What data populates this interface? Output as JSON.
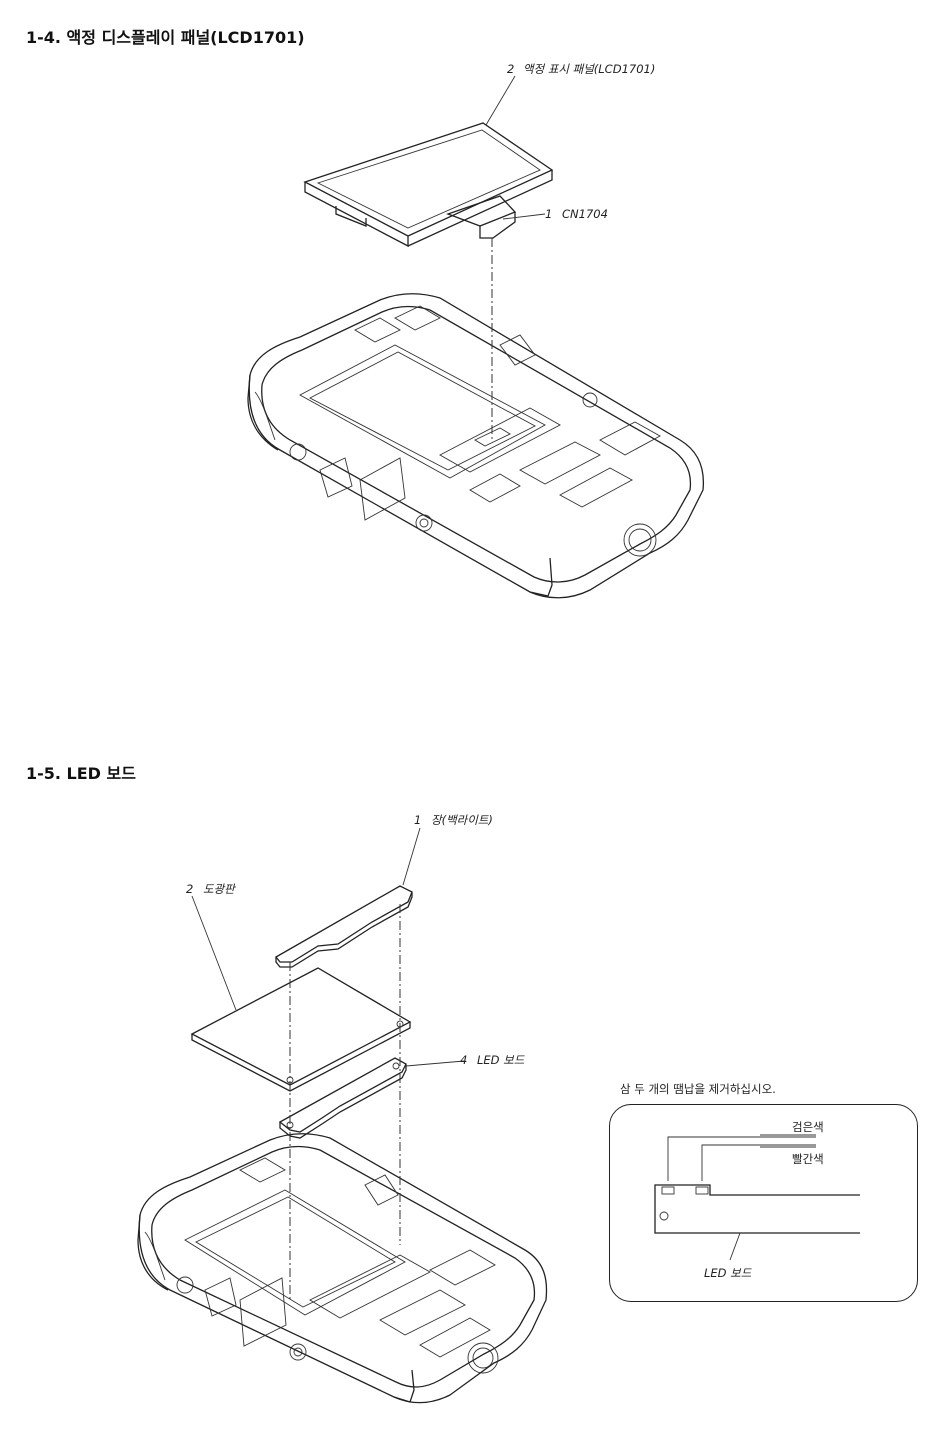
{
  "sections": [
    {
      "title": "1-4. 액정 디스플레이 패널(LCD1701)",
      "callouts": [
        {
          "num": "2",
          "label": "액정 표시 패널(LCD1701)"
        },
        {
          "num": "1",
          "label": "CN1704"
        }
      ]
    },
    {
      "title": "1-5. LED 보드",
      "callouts": [
        {
          "num": "1",
          "label": "장(백라이트)"
        },
        {
          "num": "2",
          "label": "도광판"
        },
        {
          "num": "4",
          "label": "LED 보드"
        }
      ]
    }
  ],
  "inset": {
    "note": "삼  두 개의 땜납을 제거하십시오.",
    "wire_black": "검은색",
    "wire_red": "빨간색",
    "board_label": "LED 보드"
  }
}
